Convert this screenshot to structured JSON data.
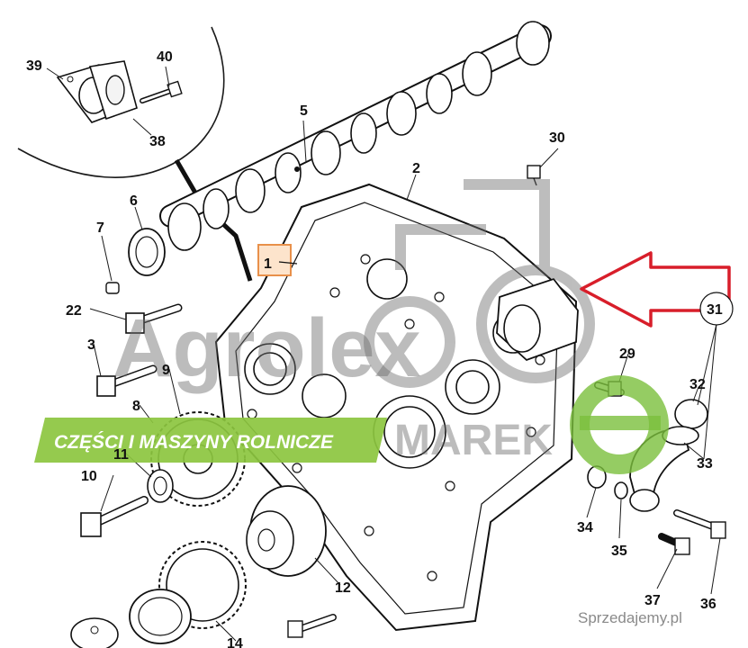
{
  "callouts": [
    {
      "id": "39",
      "label": "39"
    },
    {
      "id": "40",
      "label": "40"
    },
    {
      "id": "38",
      "label": "38"
    },
    {
      "id": "5",
      "label": "5"
    },
    {
      "id": "30",
      "label": "30"
    },
    {
      "id": "2",
      "label": "2"
    },
    {
      "id": "6",
      "label": "6"
    },
    {
      "id": "7",
      "label": "7"
    },
    {
      "id": "1",
      "label": "1"
    },
    {
      "id": "22",
      "label": "22"
    },
    {
      "id": "3",
      "label": "3"
    },
    {
      "id": "9",
      "label": "9"
    },
    {
      "id": "8",
      "label": "8"
    },
    {
      "id": "11",
      "label": "11"
    },
    {
      "id": "10",
      "label": "10"
    },
    {
      "id": "12",
      "label": "12"
    },
    {
      "id": "14",
      "label": "14"
    },
    {
      "id": "31",
      "label": "31"
    },
    {
      "id": "29",
      "label": "29"
    },
    {
      "id": "32",
      "label": "32"
    },
    {
      "id": "33",
      "label": "33"
    },
    {
      "id": "34",
      "label": "34"
    },
    {
      "id": "35",
      "label": "35"
    },
    {
      "id": "37",
      "label": "37"
    },
    {
      "id": "36",
      "label": "36"
    }
  ],
  "highlight_label": "1",
  "banner": {
    "text": "CZĘŚCI I MASZYNY ROLNICZE"
  },
  "watermark": {
    "brand": "Agrolex",
    "brand_small": "MAREK"
  },
  "footer": {
    "site": "Sprzedajemy.pl"
  },
  "colors": {
    "line": "#1a1a1a",
    "highlight_box": "#e8904a",
    "highlight_fill": "#fde4cc",
    "arrow": "#d81e2a",
    "banner": "#8cc63f",
    "watermark_green": "#7bbf3c",
    "watermark_gray": "#6f6f6f"
  }
}
